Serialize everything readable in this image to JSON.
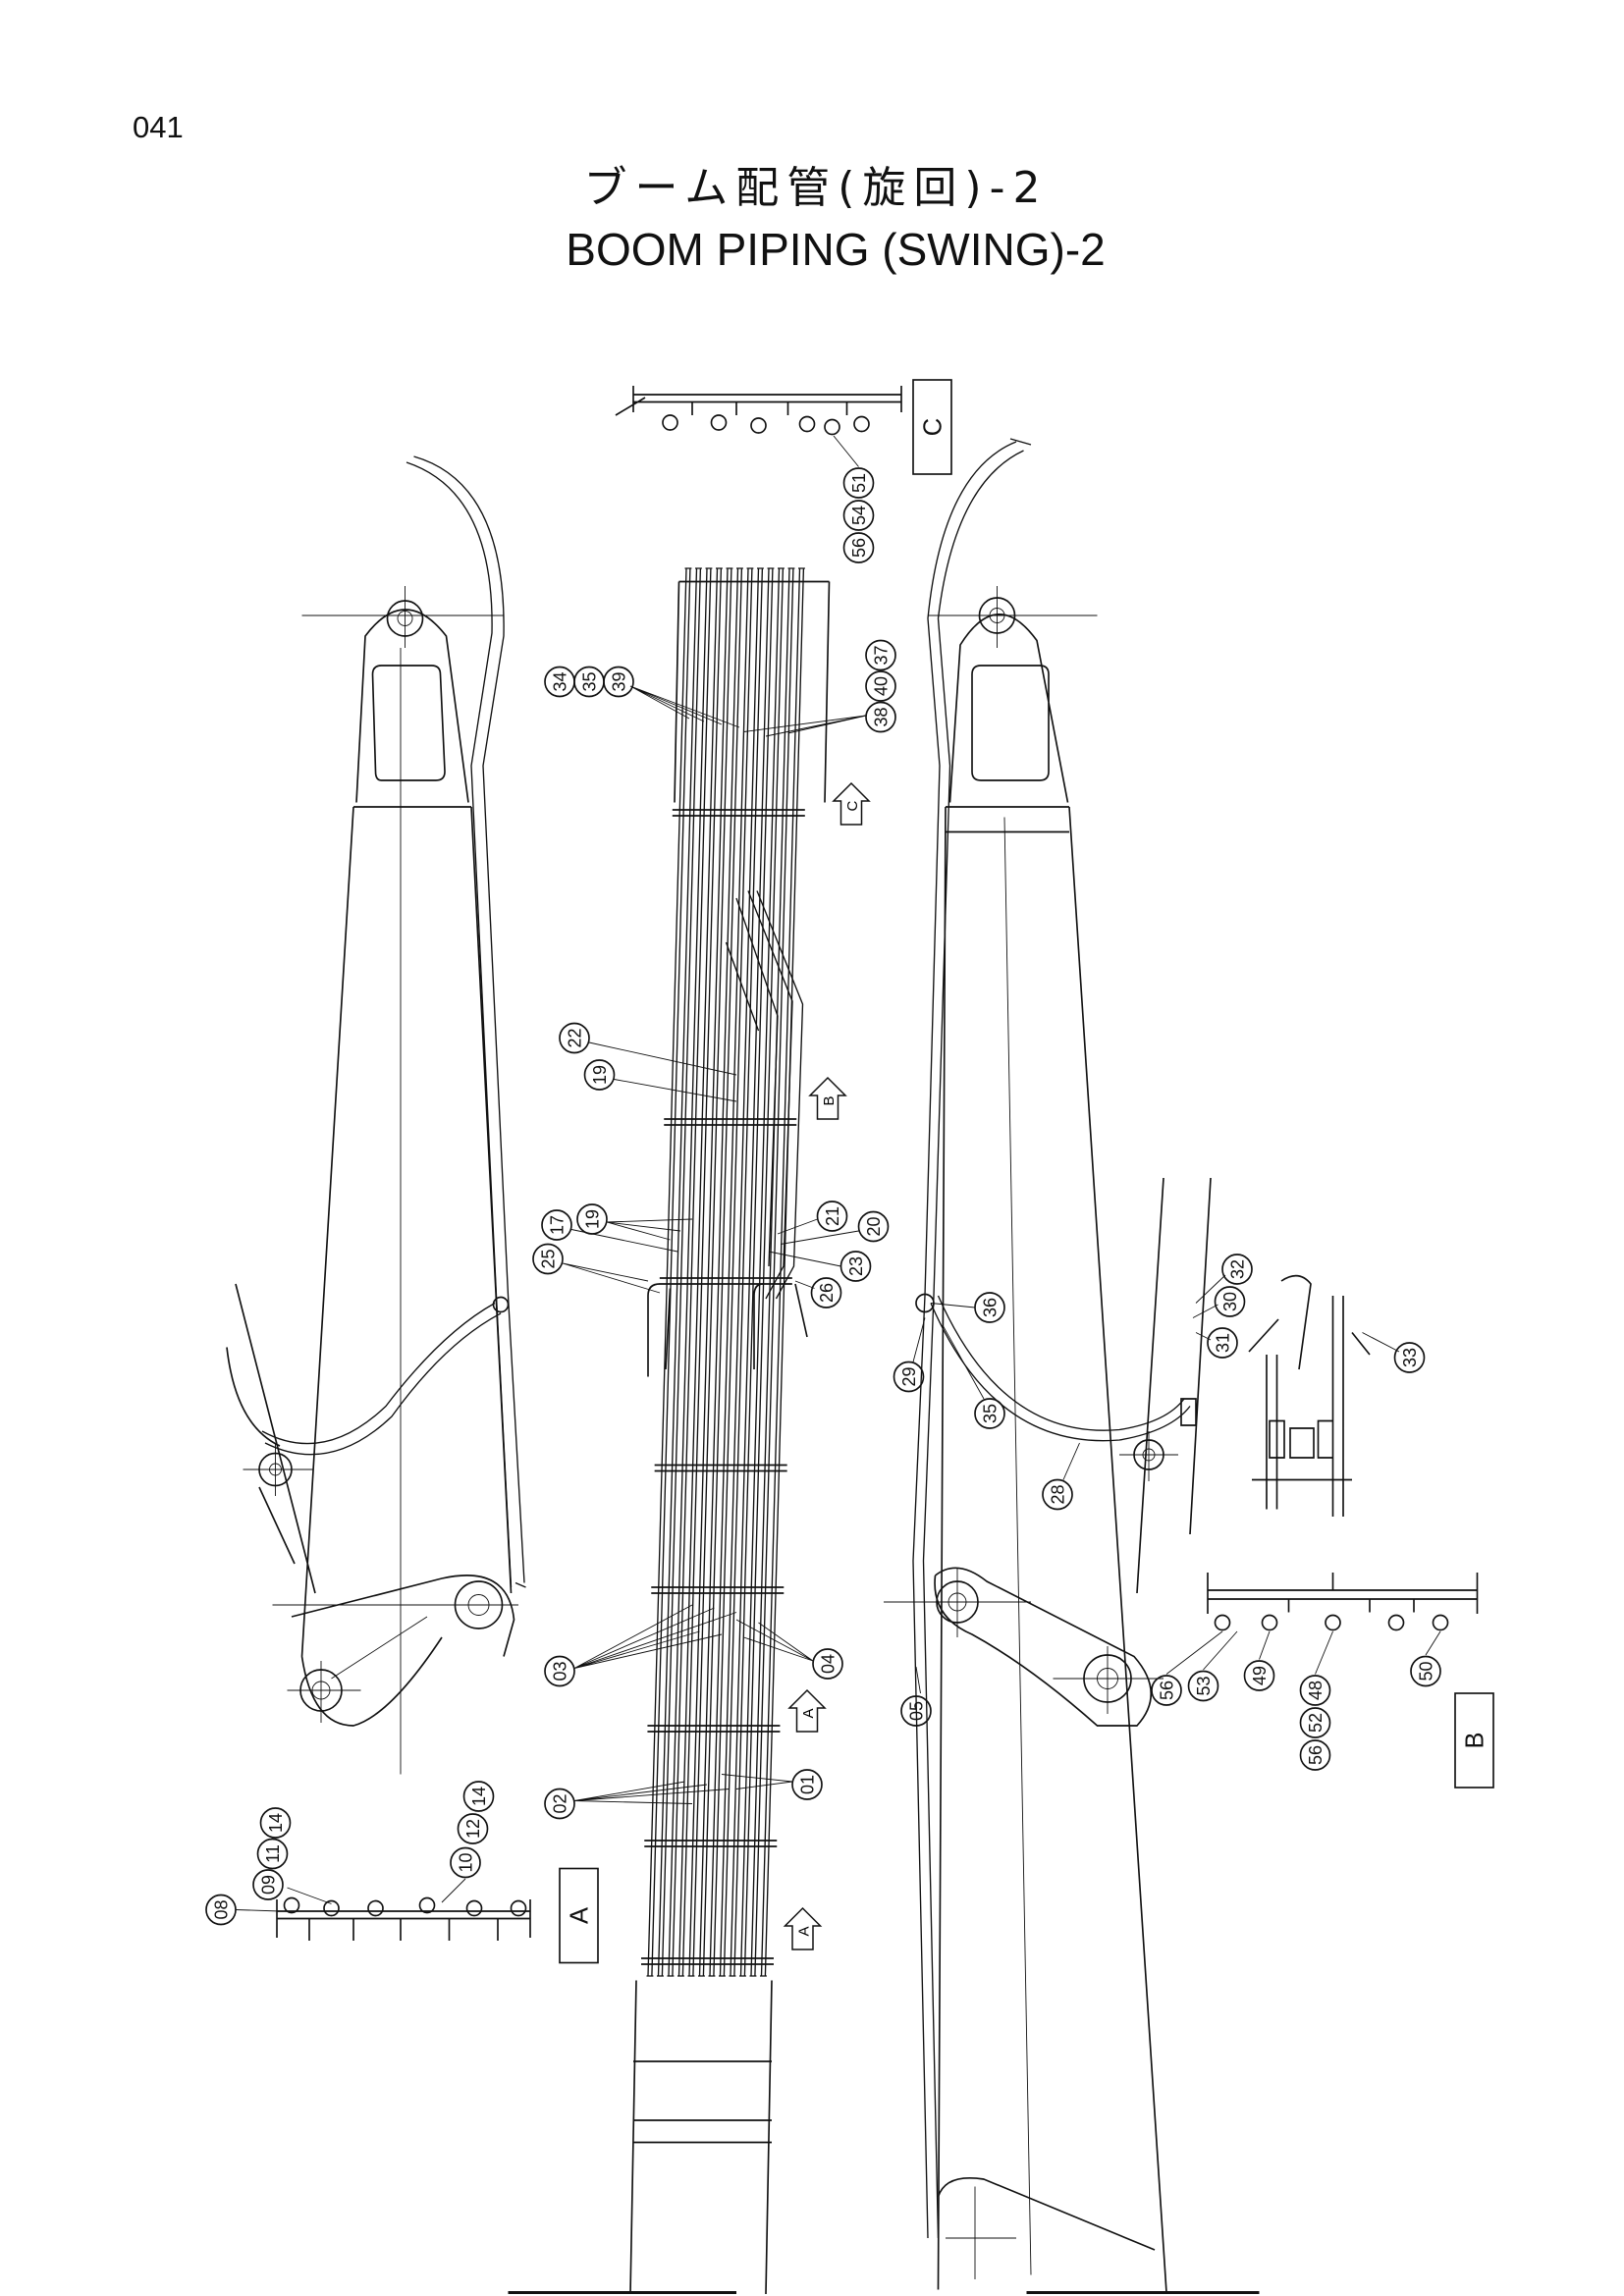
{
  "page_number": "041",
  "title_ja": "ブーム配管(旋回)-2",
  "title_en": "BOOM PIPING (SWING)-2",
  "callouts": [
    "56",
    "54",
    "51",
    "34",
    "35",
    "39",
    "37",
    "40",
    "38",
    "22",
    "19",
    "17",
    "19",
    "25",
    "21",
    "20",
    "23",
    "26",
    "36",
    "29",
    "35",
    "28",
    "32",
    "30",
    "31",
    "33",
    "03",
    "04",
    "05",
    "01",
    "02",
    "56",
    "53",
    "49",
    "48",
    "52",
    "56",
    "50",
    "14",
    "11",
    "09",
    "08",
    "14",
    "12",
    "10"
  ],
  "detail_labels": [
    "C",
    "B",
    "A"
  ],
  "view_arrows": [
    "C",
    "B",
    "A",
    "A"
  ]
}
